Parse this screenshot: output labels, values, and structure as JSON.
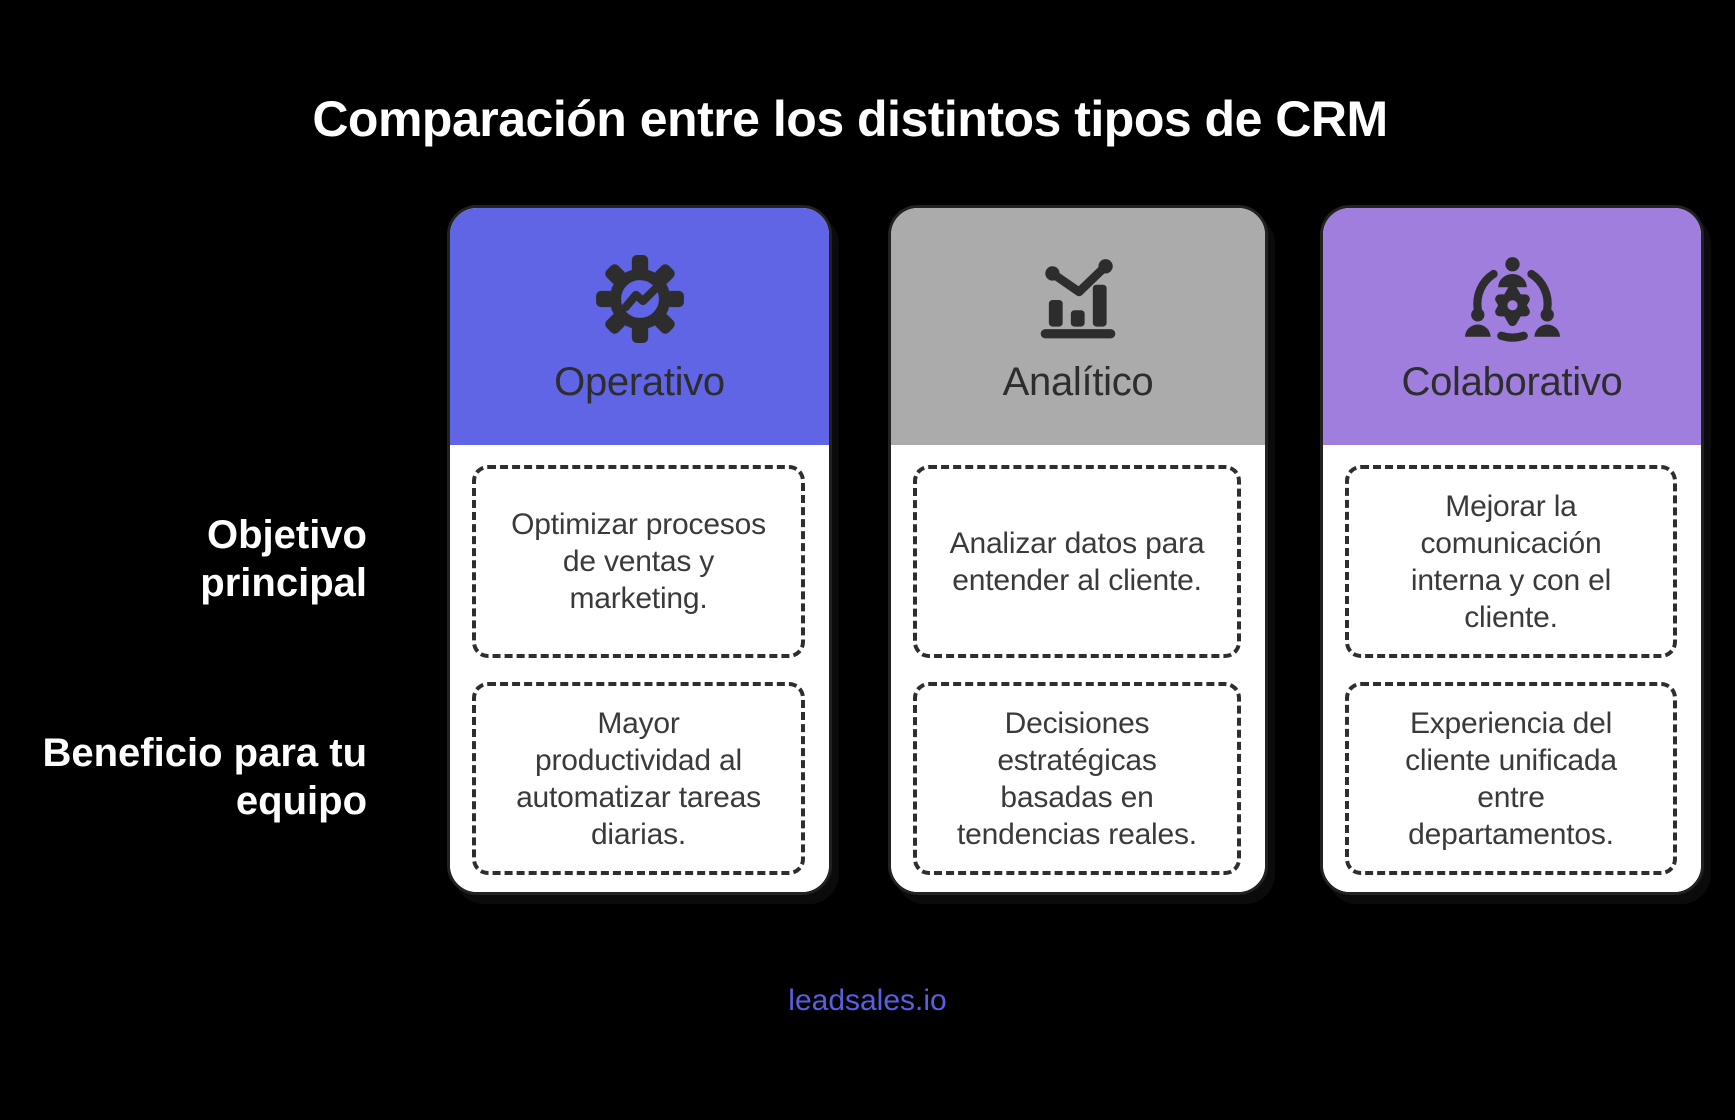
{
  "title": "Comparación entre los distintos tipos de CRM",
  "row_labels": [
    {
      "id": "objetivo-principal",
      "label": "Objetivo\nprincipal"
    },
    {
      "id": "beneficio-equipo",
      "label": "Beneficio para tu\nequipo"
    }
  ],
  "columns": [
    {
      "title": "Operativo",
      "icon": "gear-trend-icon",
      "header_color": "#6065E6",
      "objetivo": "Optimizar procesos\nde ventas y\nmarketing.",
      "beneficio": "Mayor\nproductividad al\nautomatizar tareas\ndiarias."
    },
    {
      "title": "Analítico",
      "icon": "bar-chart-trend-icon",
      "header_color": "#ABABAB",
      "objetivo": "Analizar datos para\nentender al cliente.",
      "beneficio": "Decisiones\nestratégicas\nbasadas en\ntendencias reales."
    },
    {
      "title": "Colaborativo",
      "icon": "team-collaboration-icon",
      "header_color": "#A07EDE",
      "objetivo": "Mejorar la\ncomunicación\ninterna y con el\ncliente.",
      "beneficio": "Experiencia del\ncliente unificada\nentre\ndepartamentos."
    }
  ],
  "footer": {
    "brand": "leadsales.io",
    "color": "#5A5FE0"
  },
  "colors": {
    "background": "#000000",
    "title_text": "#FFFFFF",
    "card_body": "#FFFFFF",
    "dark_ink": "#2D2D2D",
    "dashed_border": "#2E2E2E"
  }
}
